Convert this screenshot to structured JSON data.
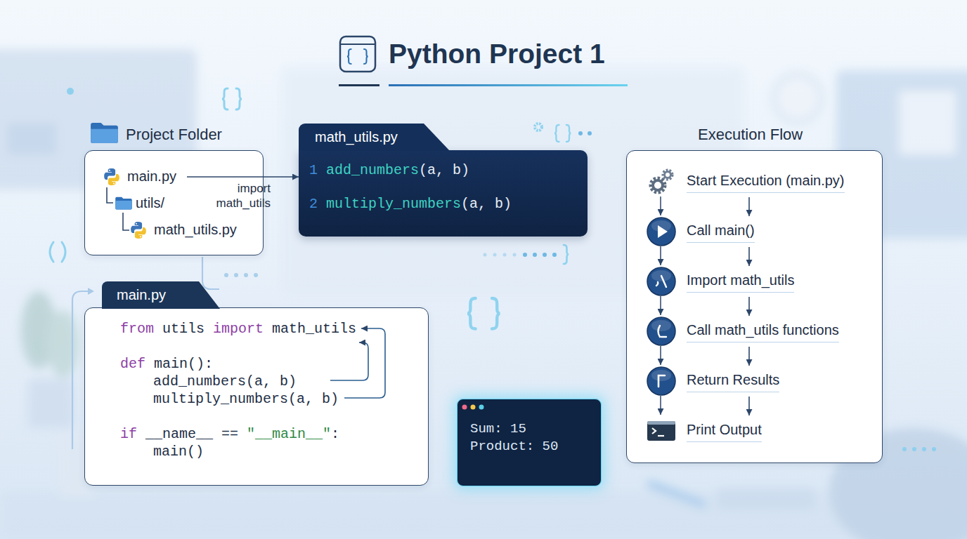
{
  "diagram": {
    "title": "Python Project 1",
    "nodes": [
      {
        "text": [
          "Project Folder"
        ]
      },
      {
        "text": [
          "main.py"
        ],
        "in": 0
      },
      {
        "text": [
          "utils/"
        ],
        "in": 0
      },
      {
        "text": [
          "math_utils.py"
        ],
        "in": 0
      },
      {
        "text": [
          "math_utils.py",
          "1",
          "add_numbers",
          "(a, b)",
          "2",
          "multiply_numbers",
          "(a, b)"
        ]
      },
      {
        "text": [
          "main.py",
          "from",
          "utils",
          "import",
          "math_utils",
          "def",
          "main():",
          "add_numbers(a, b)",
          "multiply_numbers(a, b)",
          "if",
          "__name__ ==",
          "\"__main__\"",
          ":",
          "main()"
        ]
      },
      {
        "text": [
          "Sum: 15",
          "Product: 50"
        ]
      },
      {
        "text": [
          "Execution Flow"
        ]
      },
      {
        "text": [
          "Start Execution (main.py)"
        ],
        "in": 7
      },
      {
        "text": [
          "Call main()"
        ],
        "in": 7
      },
      {
        "text": [
          "Import math_utils"
        ],
        "in": 7
      },
      {
        "text": [
          "Call math_utils functions"
        ],
        "in": 7
      },
      {
        "text": [
          "Return Results"
        ],
        "in": 7
      },
      {
        "text": [
          "Print Output"
        ],
        "in": 7
      }
    ],
    "edges": [
      {
        "from": 1,
        "to": 4,
        "arrow": "to",
        "label": "import math_utils"
      },
      {
        "from": 1,
        "to": 2,
        "arrow": "none"
      },
      {
        "from": 2,
        "to": 3,
        "arrow": "none"
      },
      {
        "from": 8,
        "to": 9,
        "arrow": "to"
      },
      {
        "from": 9,
        "to": 10,
        "arrow": "to"
      },
      {
        "from": 10,
        "to": 11,
        "arrow": "to"
      },
      {
        "from": 11,
        "to": 12,
        "arrow": "to"
      },
      {
        "from": 12,
        "to": 13,
        "arrow": "to"
      }
    ]
  }
}
